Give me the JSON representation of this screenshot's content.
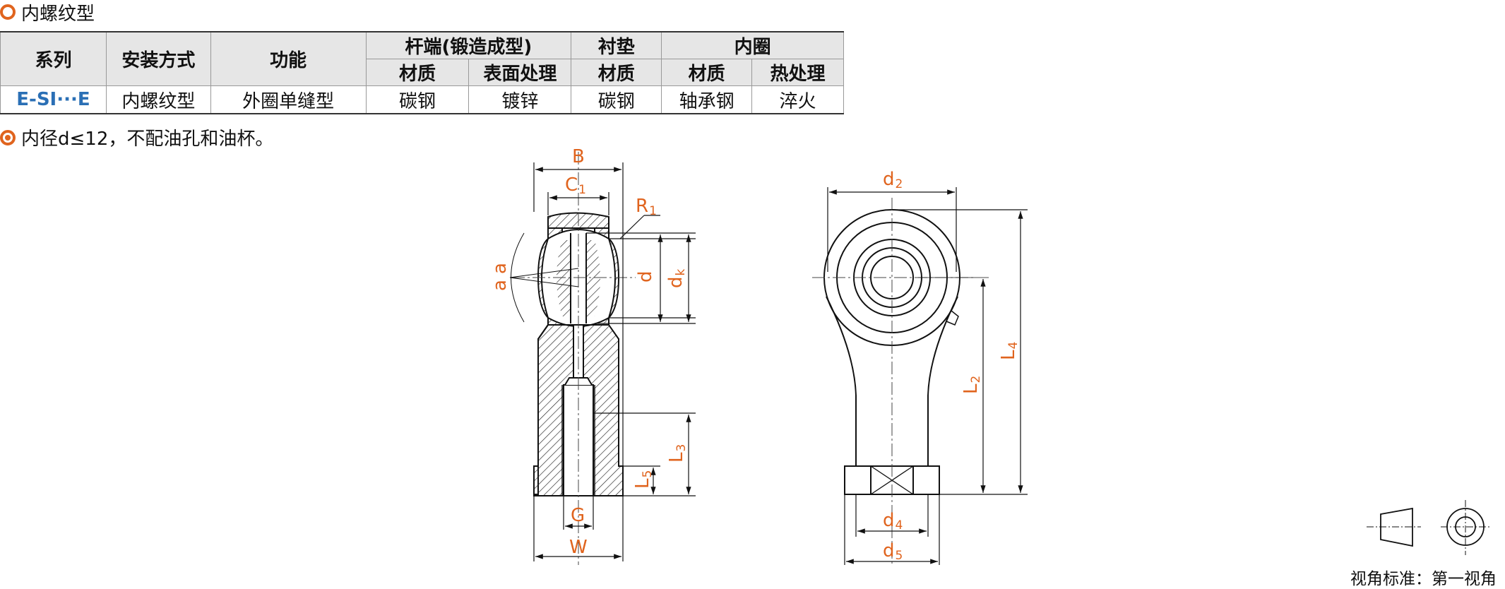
{
  "section_title": "内螺纹型",
  "table": {
    "header_row1": {
      "series": "系列",
      "mounting": "安装方式",
      "function": "功能",
      "rod_end": "杆端(锻造成型)",
      "bushing": "衬垫",
      "inner_ring": "内圈"
    },
    "header_row2": [
      "材质",
      "表面处理",
      "材质",
      "材质",
      "热处理"
    ],
    "row": {
      "series": "E-SI···E",
      "mounting": "内螺纹型",
      "function": "外圈单缝型",
      "rod_material": "碳钢",
      "rod_surface": "镀锌",
      "bushing_material": "碳钢",
      "inner_material": "轴承钢",
      "inner_heat": "淬火"
    }
  },
  "note": "内径d≤12，不配油孔和油杯。",
  "dimensions": {
    "B": "B",
    "C": "C",
    "C_sub": "1",
    "R": "R",
    "R_sub": "1",
    "d": "d",
    "dk": "d",
    "dk_sub": "k",
    "a": "a",
    "L": "L",
    "L3_sub": "3",
    "L5_sub": "5",
    "G": "G",
    "W": "W",
    "d2_sub": "2",
    "d4_sub": "4",
    "d5_sub": "5",
    "L2_sub": "2",
    "L4_sub": "4"
  },
  "view_standard": "视角标准：第一视角",
  "colors": {
    "accent": "#e0641e",
    "series": "#2a6fb5",
    "header_bg": "#e6e6e6"
  }
}
